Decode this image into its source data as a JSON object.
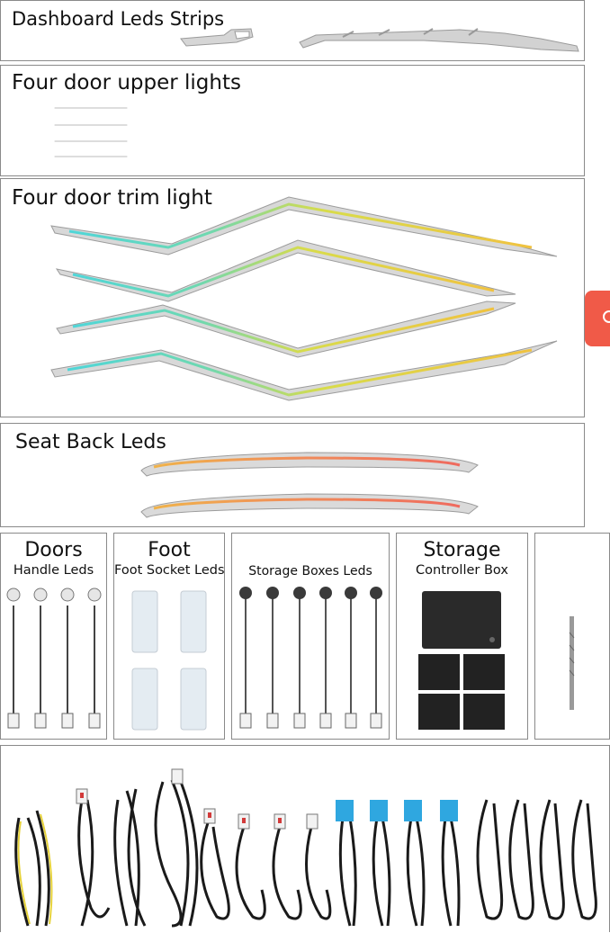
{
  "watermark": "",
  "sections": {
    "dashboard": {
      "title": "Dashboard Leds Strips"
    },
    "upper": {
      "title": "Four door upper lights"
    },
    "trim": {
      "title": "Four door trim light"
    },
    "seat": {
      "title": "Seat Back Leds"
    }
  },
  "cells": {
    "doors": {
      "title": "Doors",
      "subtitle": "Handle Leds"
    },
    "foot": {
      "title": "Foot",
      "subtitle": "Foot Socket Leds"
    },
    "storage_boxes": {
      "title": "",
      "subtitle": "Storage Boxes Leds"
    },
    "storage": {
      "title": "Storage",
      "subtitle": "Controller Box"
    }
  },
  "colors": {
    "border": "#8a8a8a",
    "strip_body": "#cfcfcf",
    "glow_cyan": "#4fd6d8",
    "glow_yellow": "#e8d84a",
    "glow_orange": "#f0b24a",
    "glow_red": "#ef6a5e",
    "controller": "#2a2a2a",
    "connector_blue": "#2fa7e0",
    "side_tab": "#f05a48"
  },
  "icons": {
    "side_tab": "chat-bubble-icon"
  }
}
